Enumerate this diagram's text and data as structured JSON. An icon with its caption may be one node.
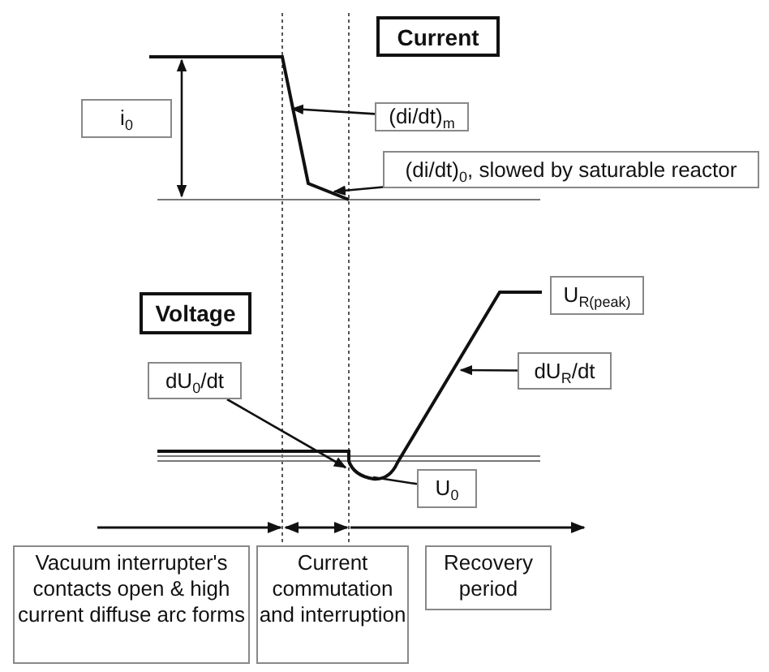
{
  "diagram": {
    "nodes": [
      {
        "text": [
          "Current"
        ]
      },
      {
        "text": [
          "i$_{0}$"
        ]
      },
      {
        "text": [
          "(di/dt)$_{m}$"
        ]
      },
      {
        "text": [
          "(di/dt)$_{0}$, slowed by saturable reactor"
        ]
      },
      {
        "text": [
          "Voltage"
        ]
      },
      {
        "text": [
          "U$_{R(peak)}$"
        ]
      },
      {
        "text": [
          "dU$_{R}$/dt"
        ]
      },
      {
        "text": [
          "dU$_{0}$/dt"
        ]
      },
      {
        "text": [
          "U$_{0}$"
        ]
      },
      {
        "text": [
          "Vacuum interrupter's contacts open & high current diffuse arc forms"
        ]
      },
      {
        "text": [
          "Current commutation and interruption"
        ]
      },
      {
        "text": [
          "Recovery period"
        ]
      },
      {
        "text": [],
        "shape": "line"
      },
      {
        "text": [],
        "shape": "line"
      }
    ],
    "edges": [
      {
        "from": 2,
        "to": 12,
        "arrow": "to"
      },
      {
        "from": 3,
        "to": 12,
        "arrow": "to"
      },
      {
        "from": 6,
        "to": 13,
        "arrow": "to"
      },
      {
        "from": 7,
        "to": 13,
        "arrow": "to"
      },
      {
        "from": 8,
        "to": 13,
        "arrow": "none"
      }
    ]
  }
}
